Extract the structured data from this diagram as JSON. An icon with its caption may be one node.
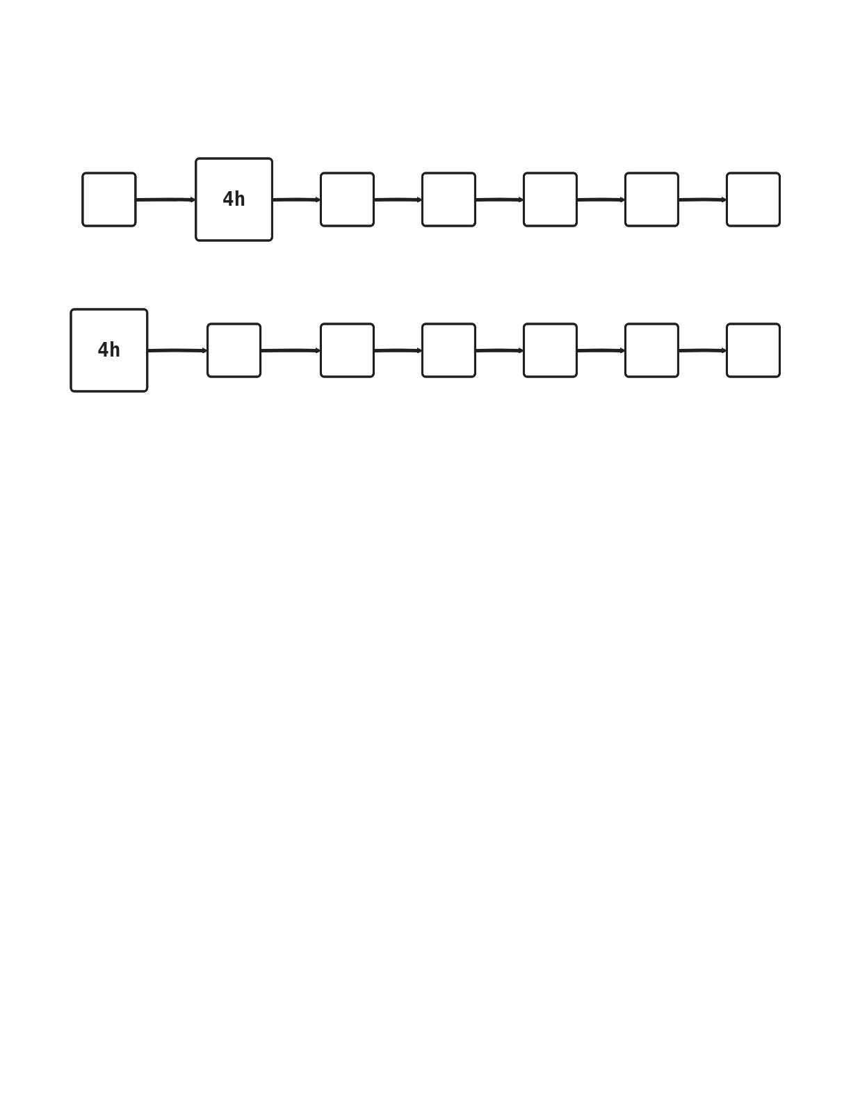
{
  "diagram": {
    "nodes": [
      {
        "text": [],
        "shape": "box"
      },
      {
        "text": [
          "4h"
        ]
      },
      {
        "text": [],
        "shape": "box"
      },
      {
        "text": [],
        "shape": "box"
      },
      {
        "text": [],
        "shape": "box"
      },
      {
        "text": [],
        "shape": "box"
      },
      {
        "text": [],
        "shape": "box"
      },
      {
        "text": [
          "4h"
        ]
      },
      {
        "text": [],
        "shape": "box"
      },
      {
        "text": [],
        "shape": "box"
      },
      {
        "text": [],
        "shape": "box"
      },
      {
        "text": [],
        "shape": "box"
      },
      {
        "text": [],
        "shape": "box"
      },
      {
        "text": [],
        "shape": "box"
      }
    ],
    "edges": [
      {
        "from": 0,
        "to": 1,
        "arrow": "to"
      },
      {
        "from": 1,
        "to": 2,
        "arrow": "to"
      },
      {
        "from": 2,
        "to": 3,
        "arrow": "to"
      },
      {
        "from": 3,
        "to": 4,
        "arrow": "to"
      },
      {
        "from": 4,
        "to": 5,
        "arrow": "to"
      },
      {
        "from": 5,
        "to": 6,
        "arrow": "to"
      },
      {
        "from": 7,
        "to": 8,
        "arrow": "to"
      },
      {
        "from": 8,
        "to": 9,
        "arrow": "to"
      },
      {
        "from": 9,
        "to": 10,
        "arrow": "to"
      },
      {
        "from": 10,
        "to": 11,
        "arrow": "to"
      },
      {
        "from": 11,
        "to": 12,
        "arrow": "to"
      },
      {
        "from": 12,
        "to": 13,
        "arrow": "to"
      }
    ]
  }
}
